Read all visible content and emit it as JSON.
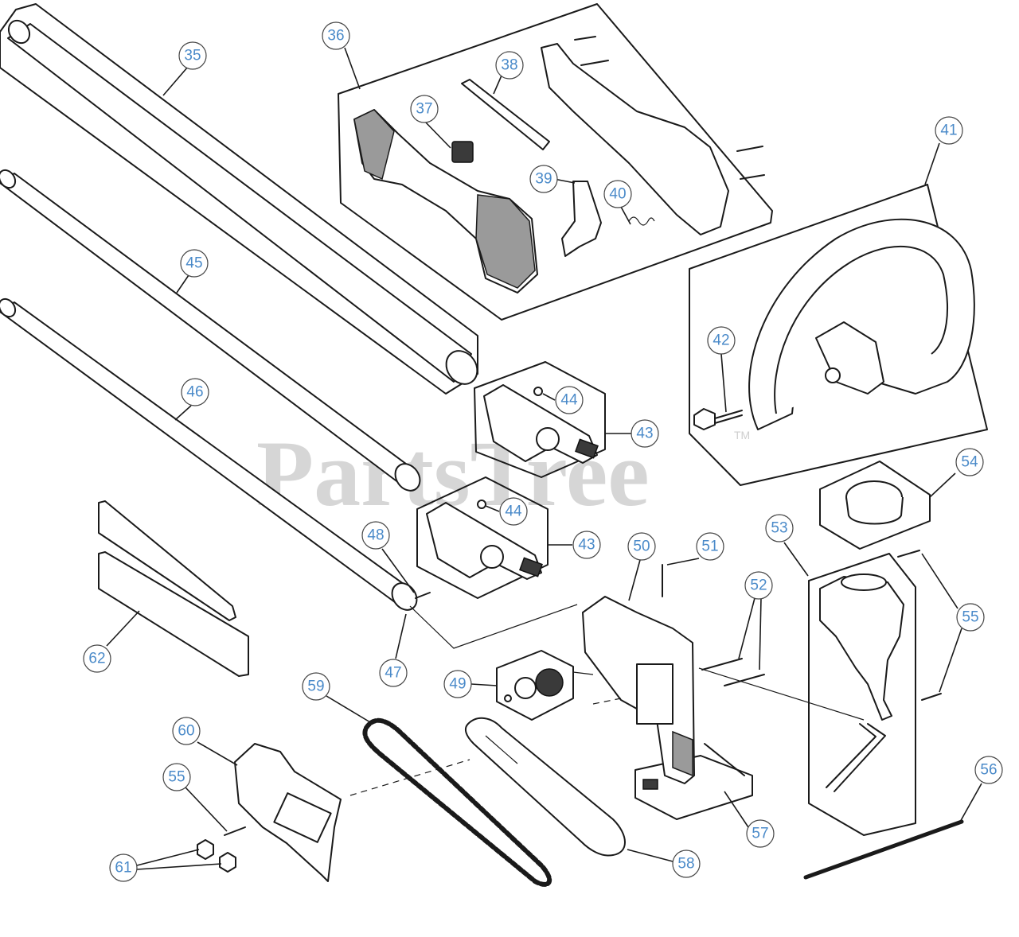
{
  "watermark": {
    "text": "PartsTree",
    "trademark": "TM"
  },
  "callouts": [
    "35",
    "36",
    "37",
    "38",
    "39",
    "40",
    "41",
    "42",
    "43",
    "44",
    "45",
    "46",
    "47",
    "48",
    "49",
    "50",
    "51",
    "52",
    "53",
    "54",
    "55",
    "56",
    "57",
    "58",
    "59",
    "60",
    "61",
    "62"
  ],
  "colors": {
    "callout_text": "#4a8ac9",
    "line": "#1a1a1a",
    "watermark": "#cfcfcf"
  }
}
